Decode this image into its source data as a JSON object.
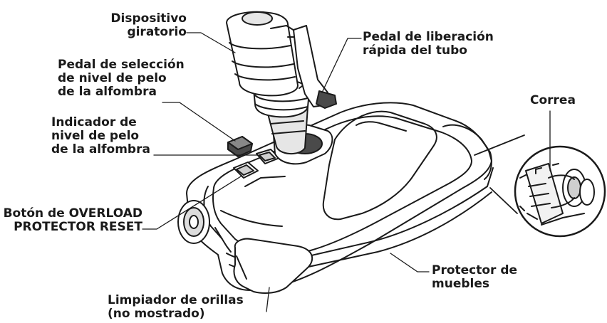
{
  "labels": {
    "dispositivo": [
      "Dispositivo",
      "giratorio"
    ],
    "pedal_liberacion": [
      "Pedal de liberación",
      "rápida del tubo"
    ],
    "pedal_seleccion": [
      "Pedal de selección",
      "de nivel de pelo",
      "de la alfombra"
    ],
    "indicador": [
      "Indicador de",
      "nivel de pelo",
      "de la alfombra"
    ],
    "correa": [
      "Correa"
    ],
    "boton": [
      "Botón de OVERLOAD",
      "PROTECTOR RESET"
    ],
    "protector": [
      "Protector de",
      "muebles"
    ],
    "limpiador": [
      "Limpiador de orillas",
      "(no mostrado)"
    ]
  },
  "colors": {
    "line": "#1a1a1a",
    "fill": "#ffffff",
    "shade": "#cfcfcf",
    "dark": "#4a4a4a"
  }
}
